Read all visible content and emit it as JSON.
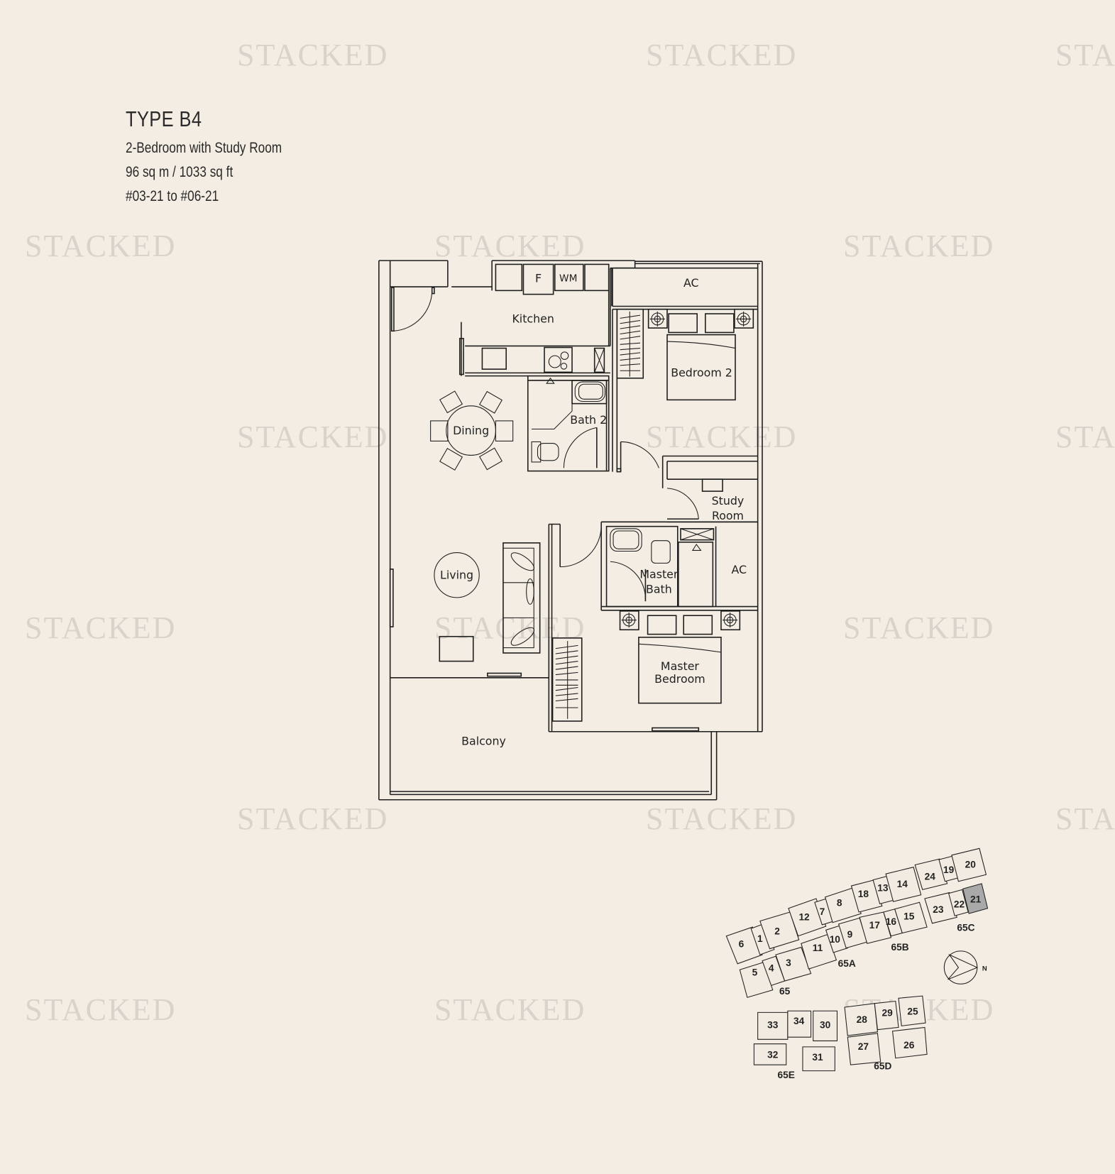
{
  "header": {
    "unit_type": "TYPE B4",
    "description": "2-Bedroom with Study Room",
    "area": "96 sq m / 1033 sq ft",
    "unit_range": "#03-21 to #06-21"
  },
  "watermark": {
    "text": "STACKED",
    "color": "#d9d3cb"
  },
  "floorplan": {
    "rooms": {
      "kitchen": "Kitchen",
      "fridge": "F",
      "washer": "WM",
      "ac_top": "AC",
      "bedroom2": "Bedroom  2",
      "dining": "Dining",
      "bath2": "Bath  2",
      "study_line1": "Study",
      "study_line2": "Room",
      "living": "Living",
      "master_bath_line1": "Master",
      "master_bath_line2": "Bath",
      "ac_right": "AC",
      "master_bed_line1": "Master",
      "master_bed_line2": "Bedroom",
      "balcony": "Balcony"
    },
    "line_color": "#1e1e1e",
    "background": "#f3ede3"
  },
  "key_plan": {
    "blocks": [
      "65",
      "65A",
      "65B",
      "65C",
      "65D",
      "65E"
    ],
    "units": [
      "1",
      "2",
      "3",
      "4",
      "5",
      "6",
      "7",
      "8",
      "9",
      "10",
      "11",
      "12",
      "13",
      "14",
      "15",
      "16",
      "17",
      "18",
      "19",
      "20",
      "21",
      "22",
      "23",
      "24",
      "25",
      "26",
      "27",
      "28",
      "29",
      "30",
      "31",
      "32",
      "33",
      "34"
    ],
    "highlighted_unit": "21",
    "highlight_color": "#a9a9a9",
    "compass_label": "N"
  }
}
